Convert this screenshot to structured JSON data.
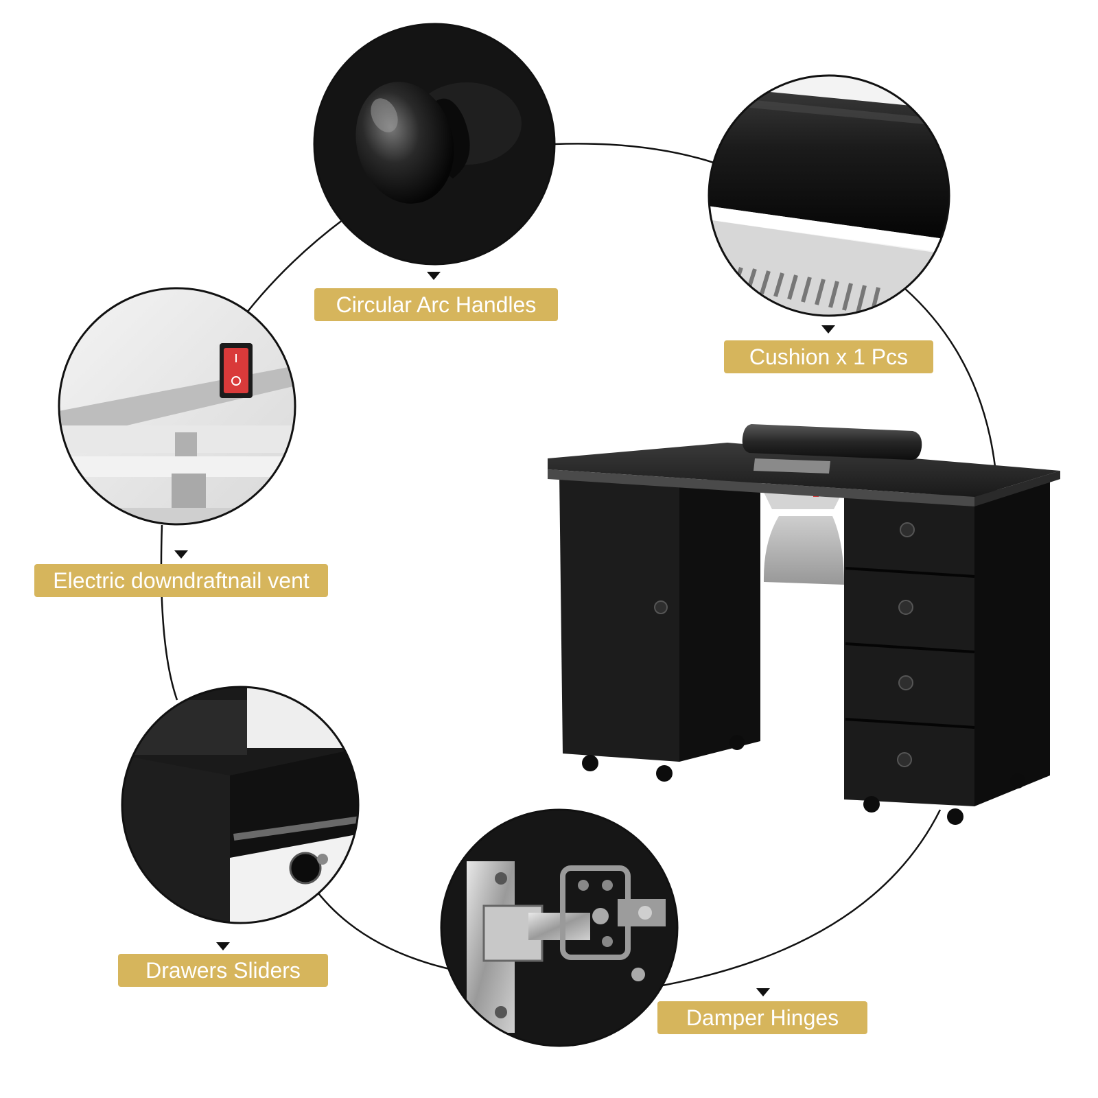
{
  "callouts": {
    "handles": "Circular Arc Handles",
    "cushion": "Cushion x 1 Pcs",
    "vent": "Electric downdraftnail vent",
    "sliders": "Drawers Sliders",
    "hinges": "Damper Hinges"
  },
  "colors": {
    "label_bg": "#d6b55c",
    "label_text": "#ffffff",
    "desk_black": "#151515",
    "switch_red": "#d93a3a"
  },
  "icons": [
    "knob-icon",
    "cushion-icon",
    "switch-icon",
    "slider-icon",
    "hinge-icon"
  ]
}
